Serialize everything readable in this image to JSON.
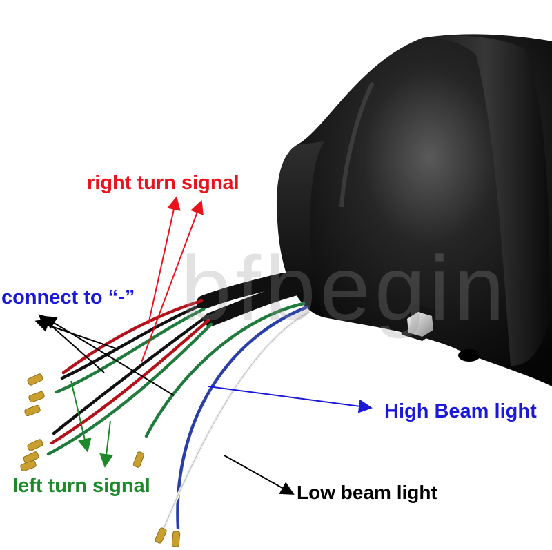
{
  "labels": {
    "right_turn_signal": "right turn signal",
    "connect_to_negative": "connect to “-”",
    "high_beam_light": "High Beam light",
    "left_turn_signal": "left turn signal",
    "low_beam_light": "Low beam light"
  },
  "watermark": "bfbegin",
  "colors": {
    "right_turn_signal": "#e8141c",
    "connect_to_negative": "#1a1ad6",
    "high_beam_light": "#1a1ad6",
    "left_turn_signal": "#1d8a2a",
    "low_beam_light": "#000000",
    "headlight_housing": "#0d0d0d",
    "wire_red": "#b3121a",
    "wire_green": "#1f7a3c",
    "wire_blue": "#2a3fa8",
    "wire_white": "#f2f2f2",
    "wire_black": "#111111",
    "terminal_brass": "#c9a030"
  }
}
